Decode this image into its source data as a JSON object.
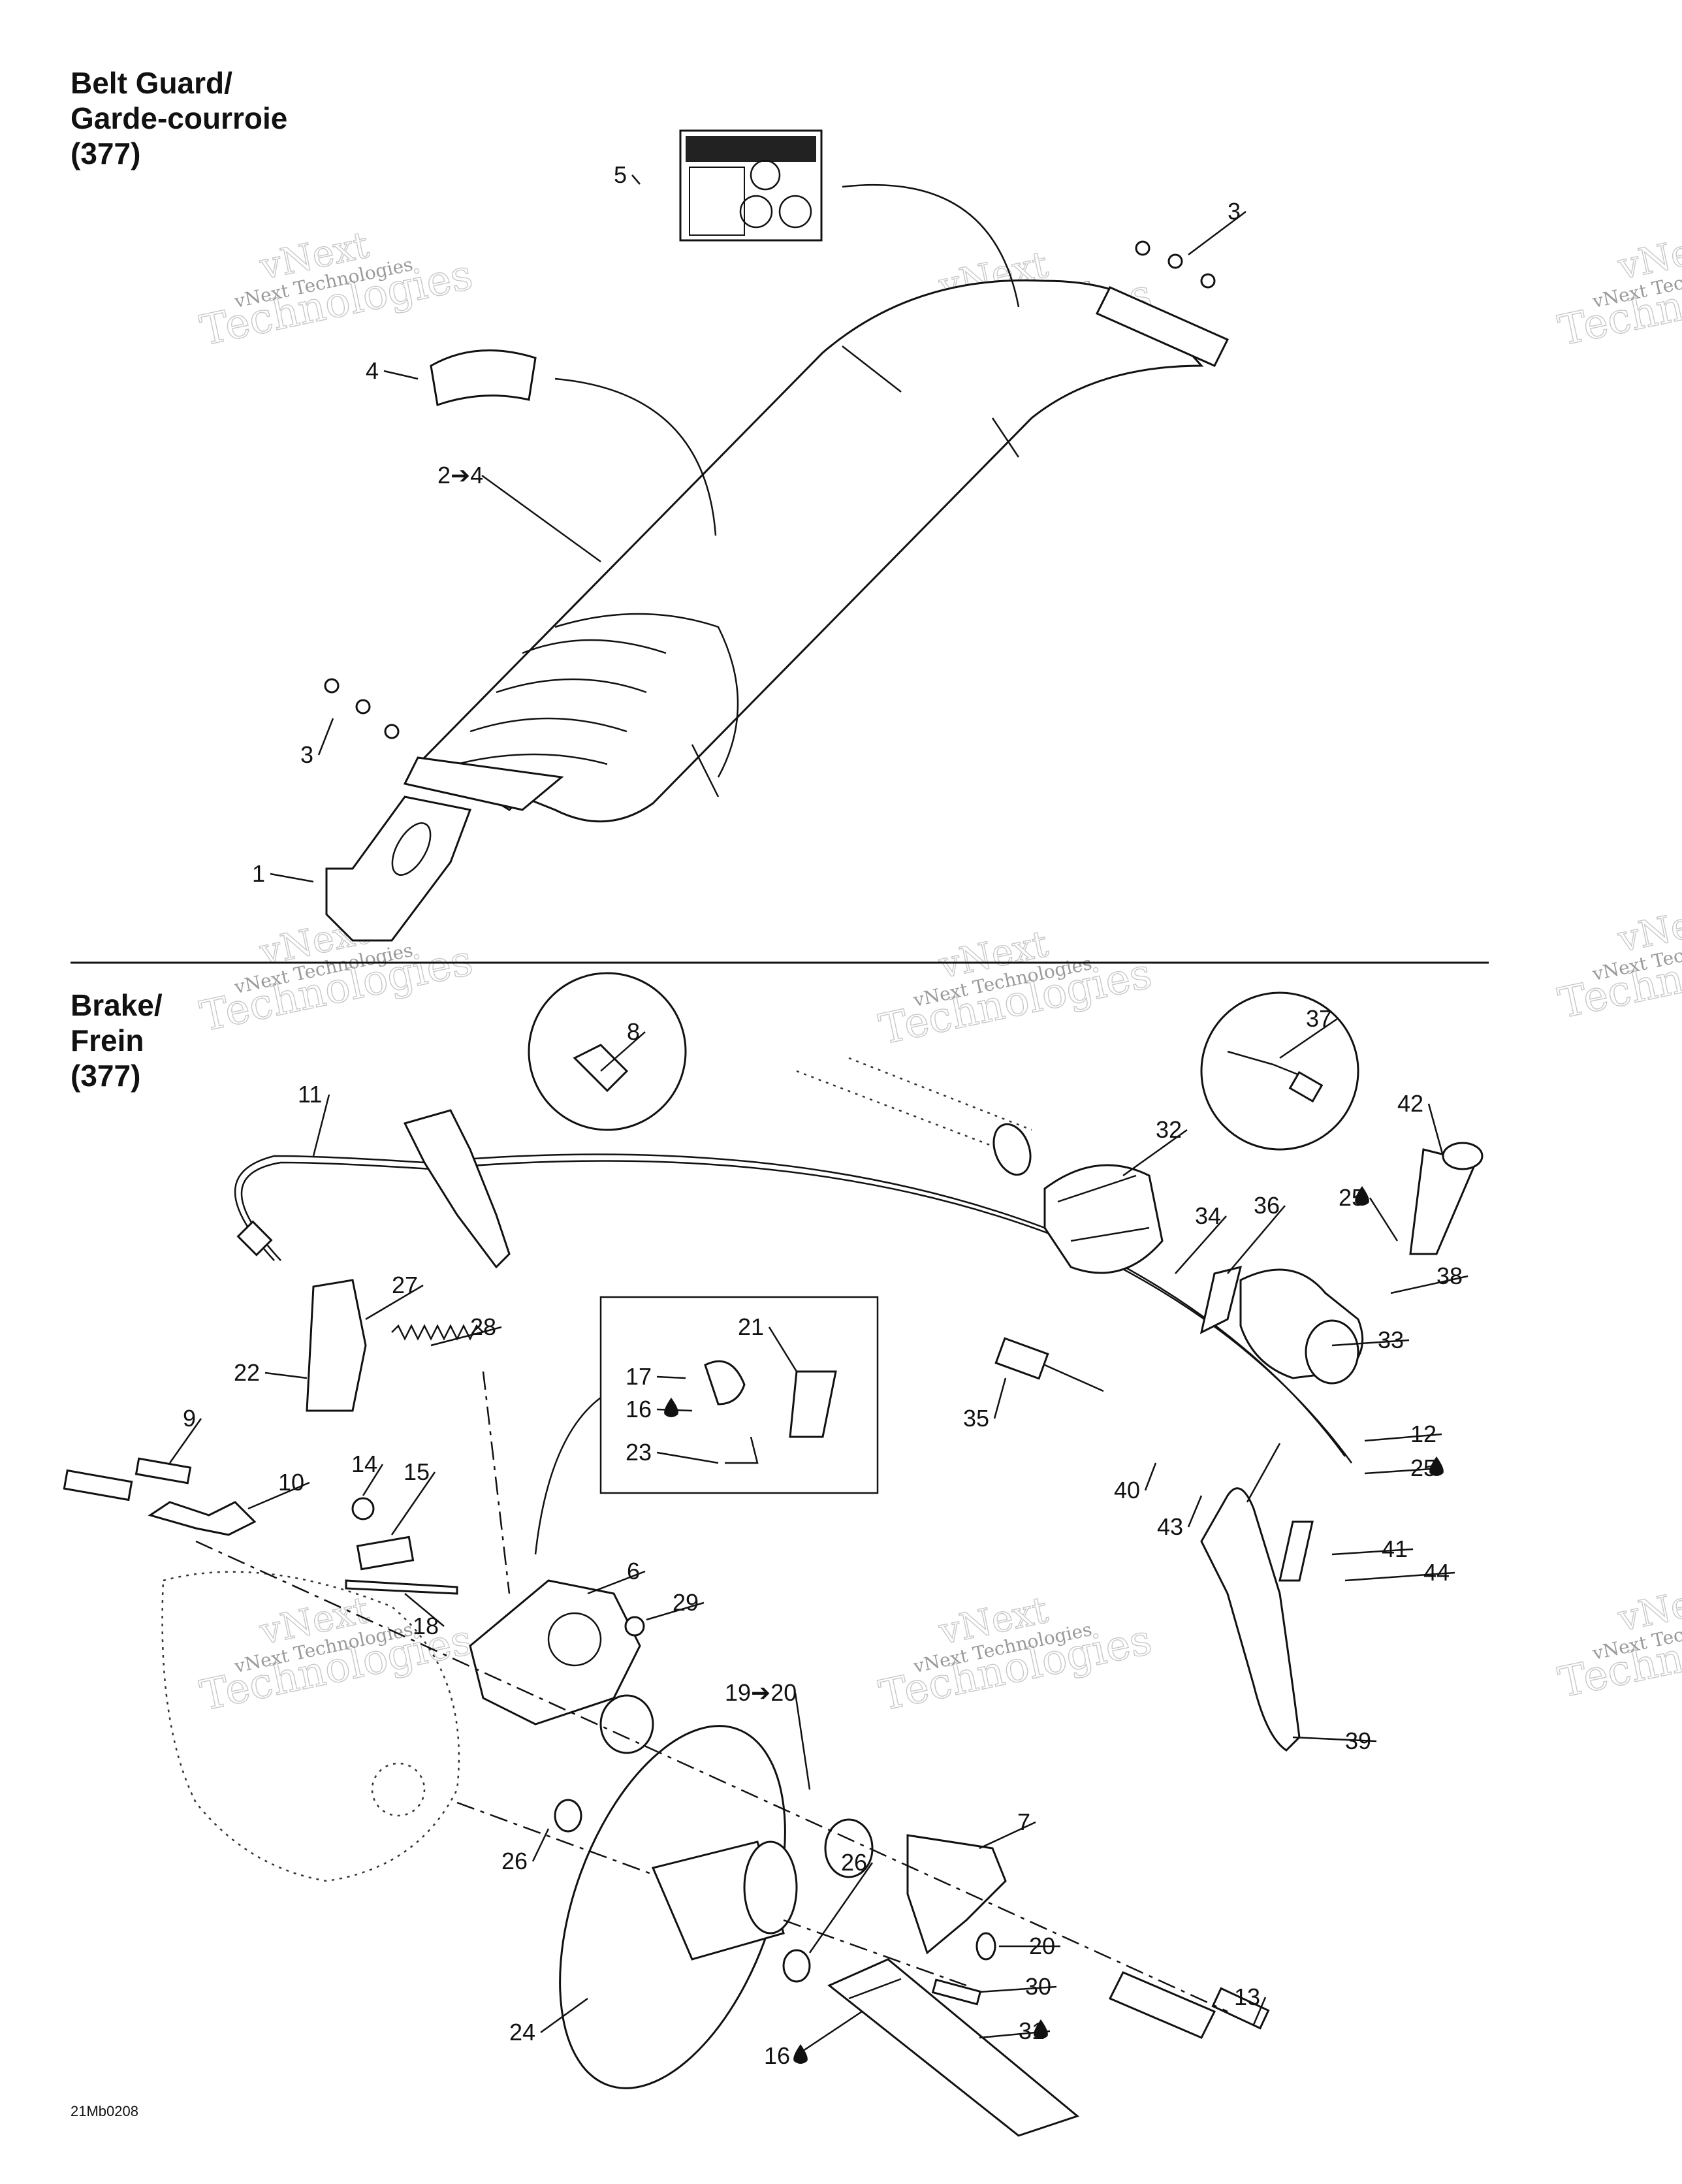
{
  "sections": [
    {
      "id": "belt",
      "title_lines": [
        "Belt Guard/",
        "Garde-courroie",
        "(377)"
      ]
    },
    {
      "id": "brake",
      "title_lines": [
        "Brake/",
        "Frein",
        "(377)"
      ]
    }
  ],
  "watermark": {
    "word1": "vNext",
    "word2": "Technologies",
    "full": "vNext Technologies"
  },
  "figure_code": "21Mb0208",
  "callouts": {
    "belt": [
      {
        "label": "5"
      },
      {
        "label": "3"
      },
      {
        "label": "4"
      },
      {
        "label": "2➔4"
      },
      {
        "label": "3"
      },
      {
        "label": "1"
      }
    ],
    "brake": [
      {
        "label": "8"
      },
      {
        "label": "37"
      },
      {
        "label": "42"
      },
      {
        "label": "11"
      },
      {
        "label": "32"
      },
      {
        "label": "25"
      },
      {
        "label": "34"
      },
      {
        "label": "36"
      },
      {
        "label": "38"
      },
      {
        "label": "27"
      },
      {
        "label": "28"
      },
      {
        "label": "21"
      },
      {
        "label": "17"
      },
      {
        "label": "16"
      },
      {
        "label": "33"
      },
      {
        "label": "22"
      },
      {
        "label": "35"
      },
      {
        "label": "9"
      },
      {
        "label": "23"
      },
      {
        "label": "12"
      },
      {
        "label": "14"
      },
      {
        "label": "15"
      },
      {
        "label": "10"
      },
      {
        "label": "40"
      },
      {
        "label": "25"
      },
      {
        "label": "43"
      },
      {
        "label": "41"
      },
      {
        "label": "44"
      },
      {
        "label": "6"
      },
      {
        "label": "29"
      },
      {
        "label": "18"
      },
      {
        "label": "19➔20"
      },
      {
        "label": "39"
      },
      {
        "label": "7"
      },
      {
        "label": "26"
      },
      {
        "label": "26"
      },
      {
        "label": "20"
      },
      {
        "label": "30"
      },
      {
        "label": "13"
      },
      {
        "label": "31"
      },
      {
        "label": "24"
      },
      {
        "label": "16"
      }
    ]
  },
  "icons": {
    "lubricant": "lubricant-drop-icon",
    "arrow": "arrow-right-icon"
  }
}
